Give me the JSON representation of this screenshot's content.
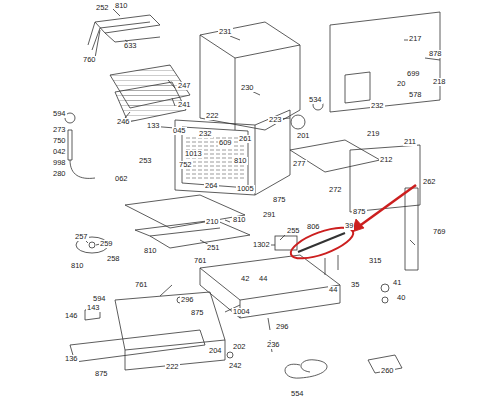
{
  "diagram": {
    "labels": [
      "252",
      "810",
      "633",
      "760",
      "247",
      "241",
      "246",
      "594",
      "273",
      "750",
      "042",
      "998",
      "280",
      "133",
      "231",
      "230",
      "223",
      "222",
      "045",
      "232",
      "609",
      "261",
      "810",
      "1013",
      "752",
      "253",
      "062",
      "264",
      "1005",
      "201",
      "534",
      "217",
      "878",
      "218",
      "699",
      "20",
      "578",
      "232",
      "219",
      "212",
      "211",
      "277",
      "272",
      "875",
      "875",
      "262",
      "769",
      "806",
      "39",
      "315",
      "35",
      "44",
      "41",
      "40",
      "210",
      "810",
      "291",
      "251",
      "810",
      "257",
      "259",
      "258",
      "810",
      "1302",
      "255",
      "761",
      "42",
      "44",
      "1004",
      "296",
      "875",
      "761",
      "594",
      "143",
      "146",
      "204",
      "202",
      "136",
      "875",
      "222",
      "242",
      "296",
      "236",
      "554",
      "260"
    ]
  }
}
